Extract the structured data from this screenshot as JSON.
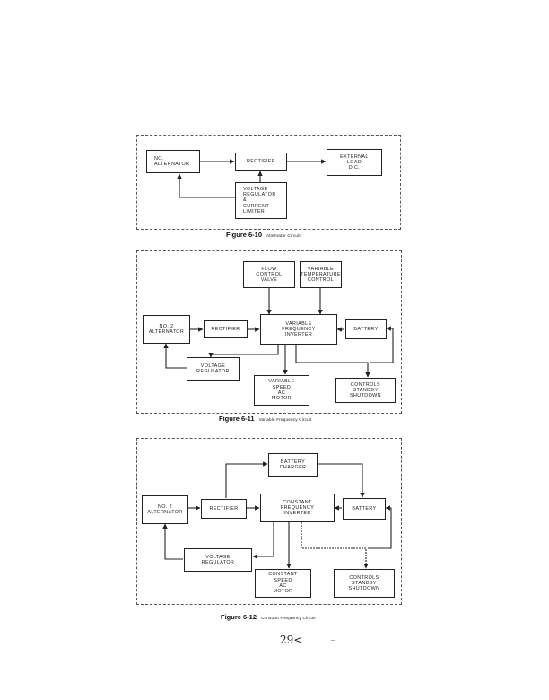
{
  "figures": [
    {
      "id": "fig610",
      "caption": "Figure 6-10",
      "subtitle": "Alternator Circuit",
      "blocks": {
        "alternator": "NO.\nALTERNATOR",
        "rectifier": "RECTIFIER",
        "load": "EXTERNAL\nLOAD\nD.C.",
        "regulator": "VOLTAGE\nREGULATOR\n&\nCURRENT\nLIMITER"
      }
    },
    {
      "id": "fig611",
      "caption": "Figure 6-11",
      "subtitle": "Variable Frequency Circuit",
      "blocks": {
        "flow_valve": "FLOW\nCONTROL\nVALVE",
        "temp_control": "VARIABLE\nTEMPERATURE\nCONTROL",
        "alternator": "NO. 2\nALTERNATOR",
        "rectifier": "RECTIFIER",
        "inverter": "VARIABLE\nFREQUENCY\nINVERTER",
        "battery": "BATTERY",
        "regulator": "VOLTAGE\nREGULATOR",
        "motor": "VARIABLE\nSPEED\nAC\nMOTOR",
        "controls": "CONTROLS\nSTANDBY\nSHUTDOWN"
      }
    },
    {
      "id": "fig612",
      "caption": "Figure 6-12",
      "subtitle": "Constant Frequency Circuit",
      "blocks": {
        "charger": "BATTERY\nCHARGER",
        "alternator": "NO. 2\nALTERNATOR",
        "rectifier": "RECTIFIER",
        "inverter": "CONSTANT\nFREQUENCY\nINVERTER",
        "battery": "BATTERY",
        "regulator": "VOLTAGE\nREGULATOR",
        "motor": "CONSTANT\nSPEED\nAC\nMOTOR",
        "controls": "CONTROLS\nSTANDBY\nSHUTDOWN"
      }
    }
  ],
  "page_number": "29<"
}
